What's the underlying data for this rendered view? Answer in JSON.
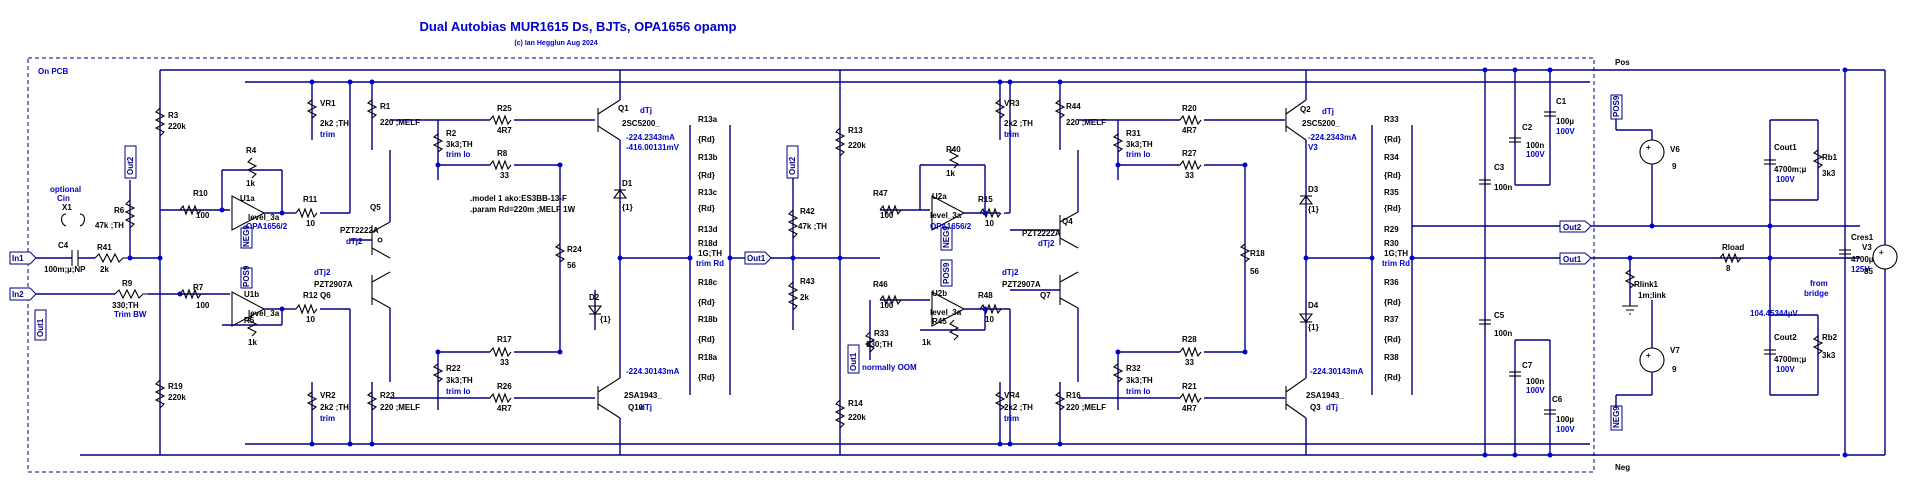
{
  "title": "Dual Autobias MUR1615 Ds, BJTs, OPA1656 opamp",
  "subtitle": "(c) Ian Hegglun Aug 2024",
  "pcb_label": "On PCB",
  "spice": {
    "model": ".model 1 ako:ES3BB-13-F",
    "param": ".param Rd=220m ;MELF 1W"
  },
  "ports": {
    "in1": "In1",
    "in2": "In2",
    "out1": "Out1",
    "out2": "Out2",
    "out1_r": "Out1",
    "out2_r": "Out2",
    "out1_mid": "Out1",
    "out2_top": "Out2",
    "out1_left": "Out1",
    "out1_bot": "Out1",
    "pos": "Pos",
    "neg": "Neg",
    "pos59": "POS9",
    "neg9_l": "NEG9",
    "neg9_r": "NEG9",
    "pos9_mid": "POS9",
    "neg9_mid": "NEG9"
  },
  "opt": {
    "l1": "optional",
    "l2": "Cin",
    "x1": "X1"
  },
  "parts": {
    "C4": "C4",
    "C4v": "100m;µ;NP",
    "R41": "R41",
    "R41v": "2k",
    "R6": "R6",
    "R6v": "47k ;TH",
    "R9": "R9",
    "R9v": "330;TH",
    "R9t": "Trim BW",
    "R3": "R3",
    "R3v": "220k",
    "R19": "R19",
    "R19v": "220k",
    "R10": "R10",
    "R10v": "100",
    "R7": "R7",
    "R7v": "100",
    "R4": "R4",
    "R4v": "1k",
    "R5": "R5",
    "R5v": "1k",
    "U1a": "U1a",
    "U1av": "level_3a",
    "U1ap": "OPA1656/2",
    "U1b": "U1b",
    "U1bv": "level_3a",
    "R11": "R11",
    "R11v": "10",
    "R12": "R12",
    "R12v": "10",
    "VR1": "VR1",
    "VR1v": "2k2 ;TH",
    "VR1t": "trim",
    "VR2": "VR2",
    "VR2v": "2k2 ;TH",
    "VR2t": "trim",
    "R1": "R1",
    "R1v": "220 ;MELF",
    "R23": "R23",
    "R23v": "220 ;MELF",
    "R2": "R2",
    "R2v": "3k3;TH",
    "R2t": "trim lo",
    "R22": "R22",
    "R22v": "3k3;TH",
    "R22t": "trim lo",
    "R25": "R25",
    "R25v": "4R7",
    "R26": "R26",
    "R26v": "4R7",
    "R8": "R8",
    "R8v": "33",
    "R17": "R17",
    "R17v": "33",
    "R24": "R24",
    "R24v": "56",
    "Q5": "Q5",
    "Q5v": "PZT2222A",
    "Q5d": "dTj2",
    "Q6": "Q6",
    "Q6v": "PZT2907A",
    "Q6d": "dTj2",
    "Q1": "Q1",
    "Q1v": "2SC5200_",
    "Q1d": "dTj",
    "Q10": "Q10",
    "Q10v": "2SA1943_",
    "Q10d": "dTj",
    "D1": "D1",
    "D1v": "{1}",
    "D2": "D2",
    "D2v": "{1}",
    "I1": "-224.2343mA",
    "V1": "-416.00131mV",
    "I2": "-224.30143mA",
    "R13a": "R13a",
    "R13b": "R13b",
    "R13c": "R13c",
    "R13d": "R13d",
    "R18a": "R18a",
    "R18b": "R18b",
    "R18c": "R18c",
    "R18d": "R18d",
    "Rd": "{Rd}",
    "R18dv": "1G;TH",
    "R18dt": "trim Rd",
    "R13": "R13",
    "R13v": "220k",
    "R14": "R14",
    "R14v": "220k",
    "R42": "R42",
    "R42v": "47k ;TH",
    "R43": "R43",
    "R43v": "2k",
    "R33": "R33",
    "R33v": "330;TH",
    "R33t": "normally OOM",
    "R47": "R47",
    "R47v": "100",
    "R46": "R46",
    "R46v": "100",
    "R40": "R40",
    "R40v": "1k",
    "R45": "R45",
    "R45v": "1k",
    "U2a": "U2a",
    "U2av": "level_3a",
    "U2ap": "OPA1656/2",
    "U2b": "U2b",
    "U2bv": "level_3a",
    "R15": "R15",
    "R15v": "10",
    "R48": "R48",
    "R48v": "10",
    "VR3": "VR3",
    "VR3v": "2k2 ;TH",
    "VR3t": "trim",
    "VR4": "VR4",
    "VR4v": "2k2 ;TH",
    "VR4t": "trim",
    "R44": "R44",
    "R44v": "220 ;MELF",
    "R16": "R16",
    "R16v": "220 ;MELF",
    "R31": "R31",
    "R31v": "3k3;TH",
    "R31t": "trim lo",
    "R32": "R32",
    "R32v": "3k3;TH",
    "R32t": "trim lo",
    "R20": "R20",
    "R20v": "4R7",
    "R21": "R21",
    "R21v": "4R7",
    "R27": "R27",
    "R27v": "33",
    "R28": "R28",
    "R28v": "33",
    "R18": "R18",
    "R18v": "56",
    "Q4": "Q4",
    "Q4v": "PZT2222A",
    "Q4d": "dTj2",
    "Q7": "Q7",
    "Q7v": "PZT2907A",
    "Q7d": "dTj2",
    "Q2": "Q2",
    "Q2v": "2SC5200_",
    "Q2d": "dTj",
    "Q3": "Q3",
    "Q3v": "2SA1943_",
    "Q3d": "dTj",
    "D3": "D3",
    "D3v": "{1}",
    "D4": "D4",
    "D4v": "{1}",
    "I3": "-224.2343mA",
    "V3": "V3",
    "I4": "-224.30143mA",
    "R33r": "R33",
    "R34": "R34",
    "R35": "R35",
    "R29": "R29",
    "R30": "R30",
    "R36": "R36",
    "R37": "R37",
    "R38": "R38",
    "R30v": "1G;TH",
    "R30t": "trim Rd",
    "C2": "C2",
    "C2v": "100n",
    "C2w": "100V",
    "C1": "C1",
    "C1v": "100µ",
    "C1w": "100V",
    "C3": "C3",
    "C3v": "100n",
    "C5": "C5",
    "C5v": "100n",
    "C7": "C7",
    "C7v": "100n",
    "C7w": "100V",
    "C6": "C6",
    "C6v": "100µ",
    "C6w": "100V",
    "V6": "V6",
    "V6v": "9",
    "V7": "V7",
    "V7v": "9",
    "Rlink1": "Rlink1",
    "Rlink1v": "1m;link",
    "Rload": "Rload",
    "Rloadv": "8",
    "Cout1": "Cout1",
    "Cout1v": "4700m;µ",
    "Cout1w": "100V",
    "Cout2": "Cout2",
    "Cout2v": "4700m;µ",
    "Cout2w": "100V",
    "Rb1": "Rb1",
    "Rb1v": "3k3",
    "Rb2": "Rb2",
    "Rb2v": "3k3",
    "Cres1": "Cres1",
    "Cres1v": "4700µ",
    "Cres1w": "125V",
    "V3v": "85",
    "V3t1": "from",
    "V3t2": "bridge",
    "VM": "104.45344µV"
  }
}
